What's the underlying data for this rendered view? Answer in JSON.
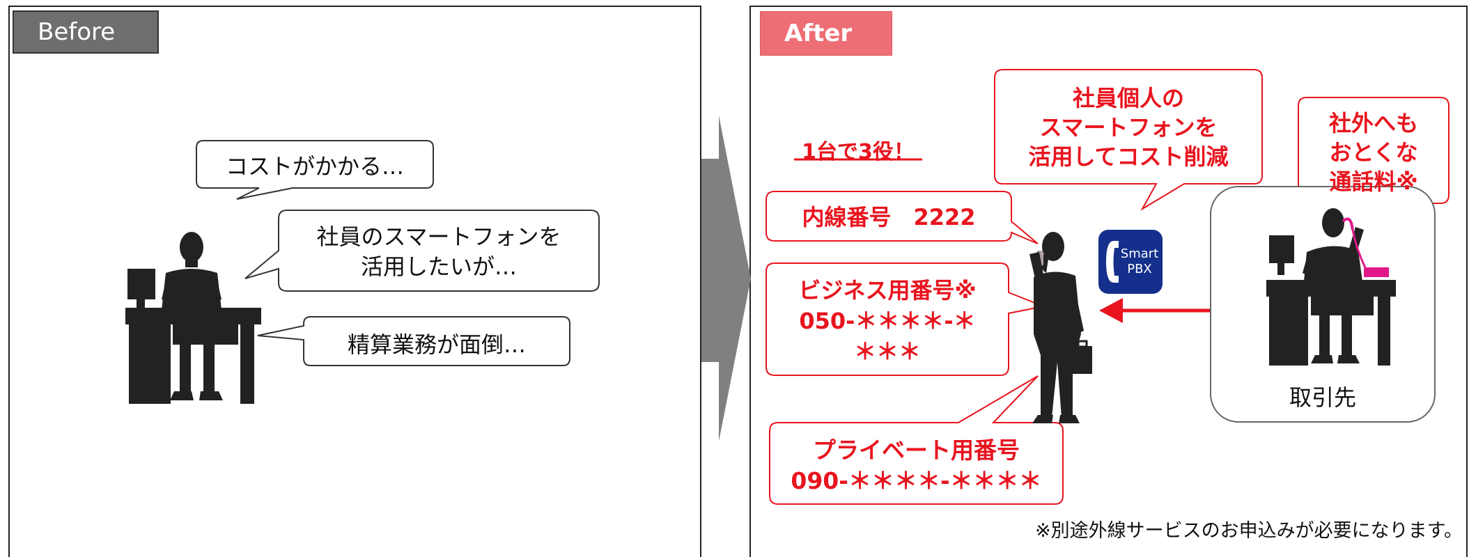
{
  "before": {
    "tag": "Before",
    "bubbles": [
      "コストがかかる…",
      "社員のスマートフォンを",
      "活用したいが…",
      "精算業務が面倒…"
    ]
  },
  "after": {
    "tag": "After",
    "headline": "1台で3役！",
    "cost_bubble": [
      "社員個人の",
      "スマートフォンを",
      "活用してコスト削減"
    ],
    "rate_bubble": [
      "社外へも",
      "おとくな",
      "通話料※"
    ],
    "extension": "内線番号　2222",
    "business": [
      "ビジネス用番号※",
      "050-＊＊＊＊-＊",
      "＊＊＊"
    ],
    "private": [
      "プライベート用番号",
      "090-＊＊＊＊-＊＊＊＊"
    ],
    "app_icon": [
      "Smart",
      "PBX"
    ],
    "partner": "取引先",
    "footnote": "※別途外線サービスのお申込みが必要になります。"
  },
  "colors": {
    "accent": "#e8141e",
    "after_tag": "#ee6e75",
    "before_tag": "#6e6e6e",
    "arrow": "#808080"
  }
}
